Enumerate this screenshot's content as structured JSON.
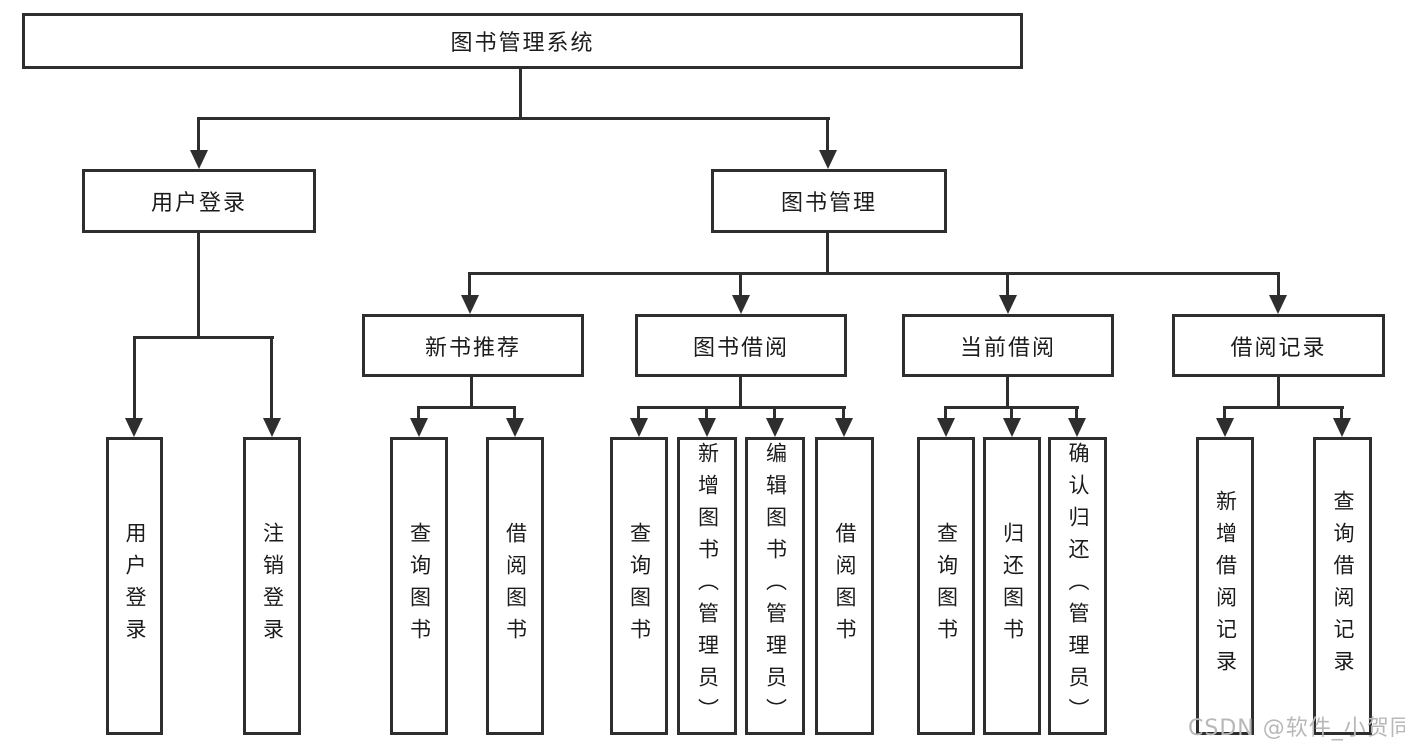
{
  "diagram": {
    "root": {
      "label": "图书管理系统"
    },
    "level2": [
      {
        "label": "用户登录"
      },
      {
        "label": "图书管理"
      }
    ],
    "level3": [
      {
        "label": "新书推荐"
      },
      {
        "label": "图书借阅"
      },
      {
        "label": "当前借阅"
      },
      {
        "label": "借阅记录"
      }
    ],
    "groups": [
      {
        "parent": "用户登录",
        "children": [
          "用户登录",
          "注销登录"
        ]
      },
      {
        "parent": "新书推荐",
        "children": [
          "查询图书",
          "借阅图书"
        ]
      },
      {
        "parent": "图书借阅",
        "children": [
          "查询图书",
          "新增图书（管理员）",
          "编辑图书（管理员）",
          "借阅图书"
        ]
      },
      {
        "parent": "当前借阅",
        "children": [
          "查询图书",
          "归还图书",
          "确认归还（管理员）"
        ]
      },
      {
        "parent": "借阅记录",
        "children": [
          "新增借阅记录",
          "查询借阅记录"
        ]
      }
    ],
    "colors": {
      "line": "#2e2e2e",
      "text": "#1c1c1c",
      "background": "#ffffff"
    }
  },
  "watermark": {
    "text": "CSDN @软件_小贺同学",
    "color": "#b8b8b8"
  }
}
